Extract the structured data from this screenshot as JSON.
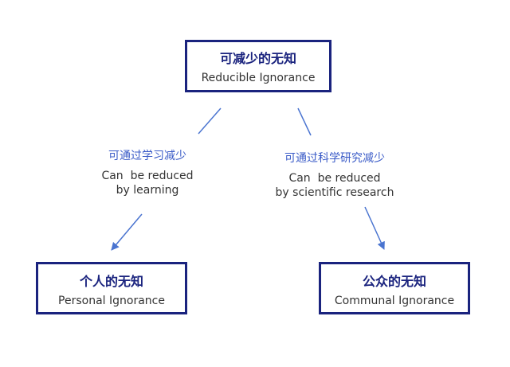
{
  "top_node": {
    "cn": "可减少的无知",
    "en": "Reducible Ignorance"
  },
  "left_edge": {
    "cn": "可通过学习减少",
    "en_line1": "Can  be reduced",
    "en_line2": "by learning"
  },
  "right_edge": {
    "cn": "可通过科学研究减少",
    "en_line1": "Can  be reduced",
    "en_line2": "by scientific research"
  },
  "left_node": {
    "cn": "个人的无知",
    "en": "Personal Ignorance"
  },
  "right_node": {
    "cn": "公众的无知",
    "en": "Communal Ignorance"
  },
  "colors": {
    "box_border": "#1a237e",
    "edge_label": "#3a5bc7",
    "arrow": "#4a74d0"
  }
}
